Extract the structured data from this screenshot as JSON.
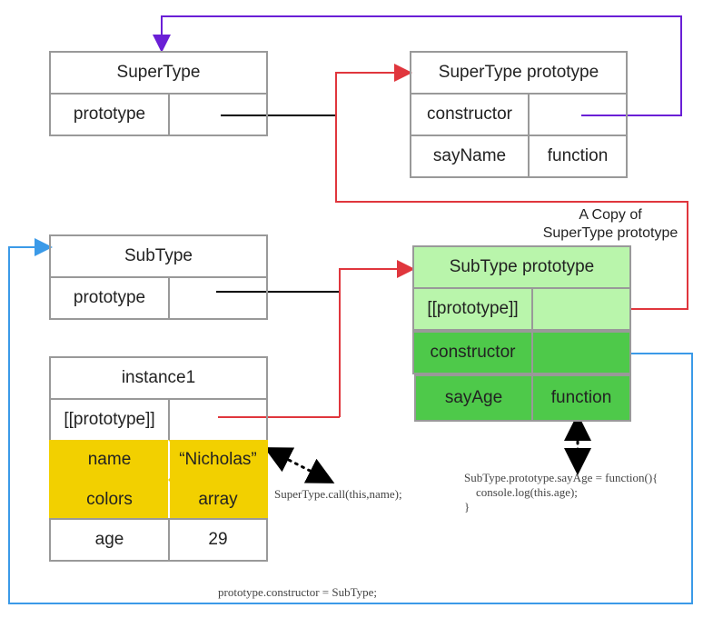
{
  "supertype": {
    "title": "SuperType",
    "row_key": "prototype",
    "row_value": ""
  },
  "supertype_prototype": {
    "title": "SuperType prototype",
    "rows": [
      {
        "key": "constructor",
        "value": ""
      },
      {
        "key": "sayName",
        "value": "function"
      }
    ]
  },
  "copy_label": {
    "line1": "A Copy of",
    "line2": "SuperType prototype"
  },
  "subtype": {
    "title": "SubType",
    "row_key": "prototype",
    "row_value": ""
  },
  "subtype_prototype": {
    "title": "SubType prototype",
    "rows": [
      {
        "key": "[[prototype]]",
        "value": ""
      },
      {
        "key": "constructor",
        "value": ""
      },
      {
        "key": "sayAge",
        "value": "function"
      }
    ]
  },
  "instance1": {
    "title": "instance1",
    "rows": [
      {
        "key": "[[prototype]]",
        "value": ""
      },
      {
        "key": "name",
        "value": "“Nicholas”"
      },
      {
        "key": "colors",
        "value": "array"
      },
      {
        "key": "age",
        "value": "29"
      }
    ]
  },
  "notes": {
    "supertype_call": "SuperType.call(this,name);",
    "sayage_code": "SubType.prototype.sayAge = function(){\n    console.log(this.age);\n}",
    "constructor_assign": "prototype.constructor = SubType;"
  },
  "colors": {
    "purple_link": "#6a1fd6",
    "red_link": "#e0363d",
    "blue_link": "#3b9ae8",
    "black_link": "#000000",
    "green_light": "#b9f5ab",
    "green_dark": "#4ec94a",
    "gold": "#f2d000",
    "border": "#999999"
  }
}
